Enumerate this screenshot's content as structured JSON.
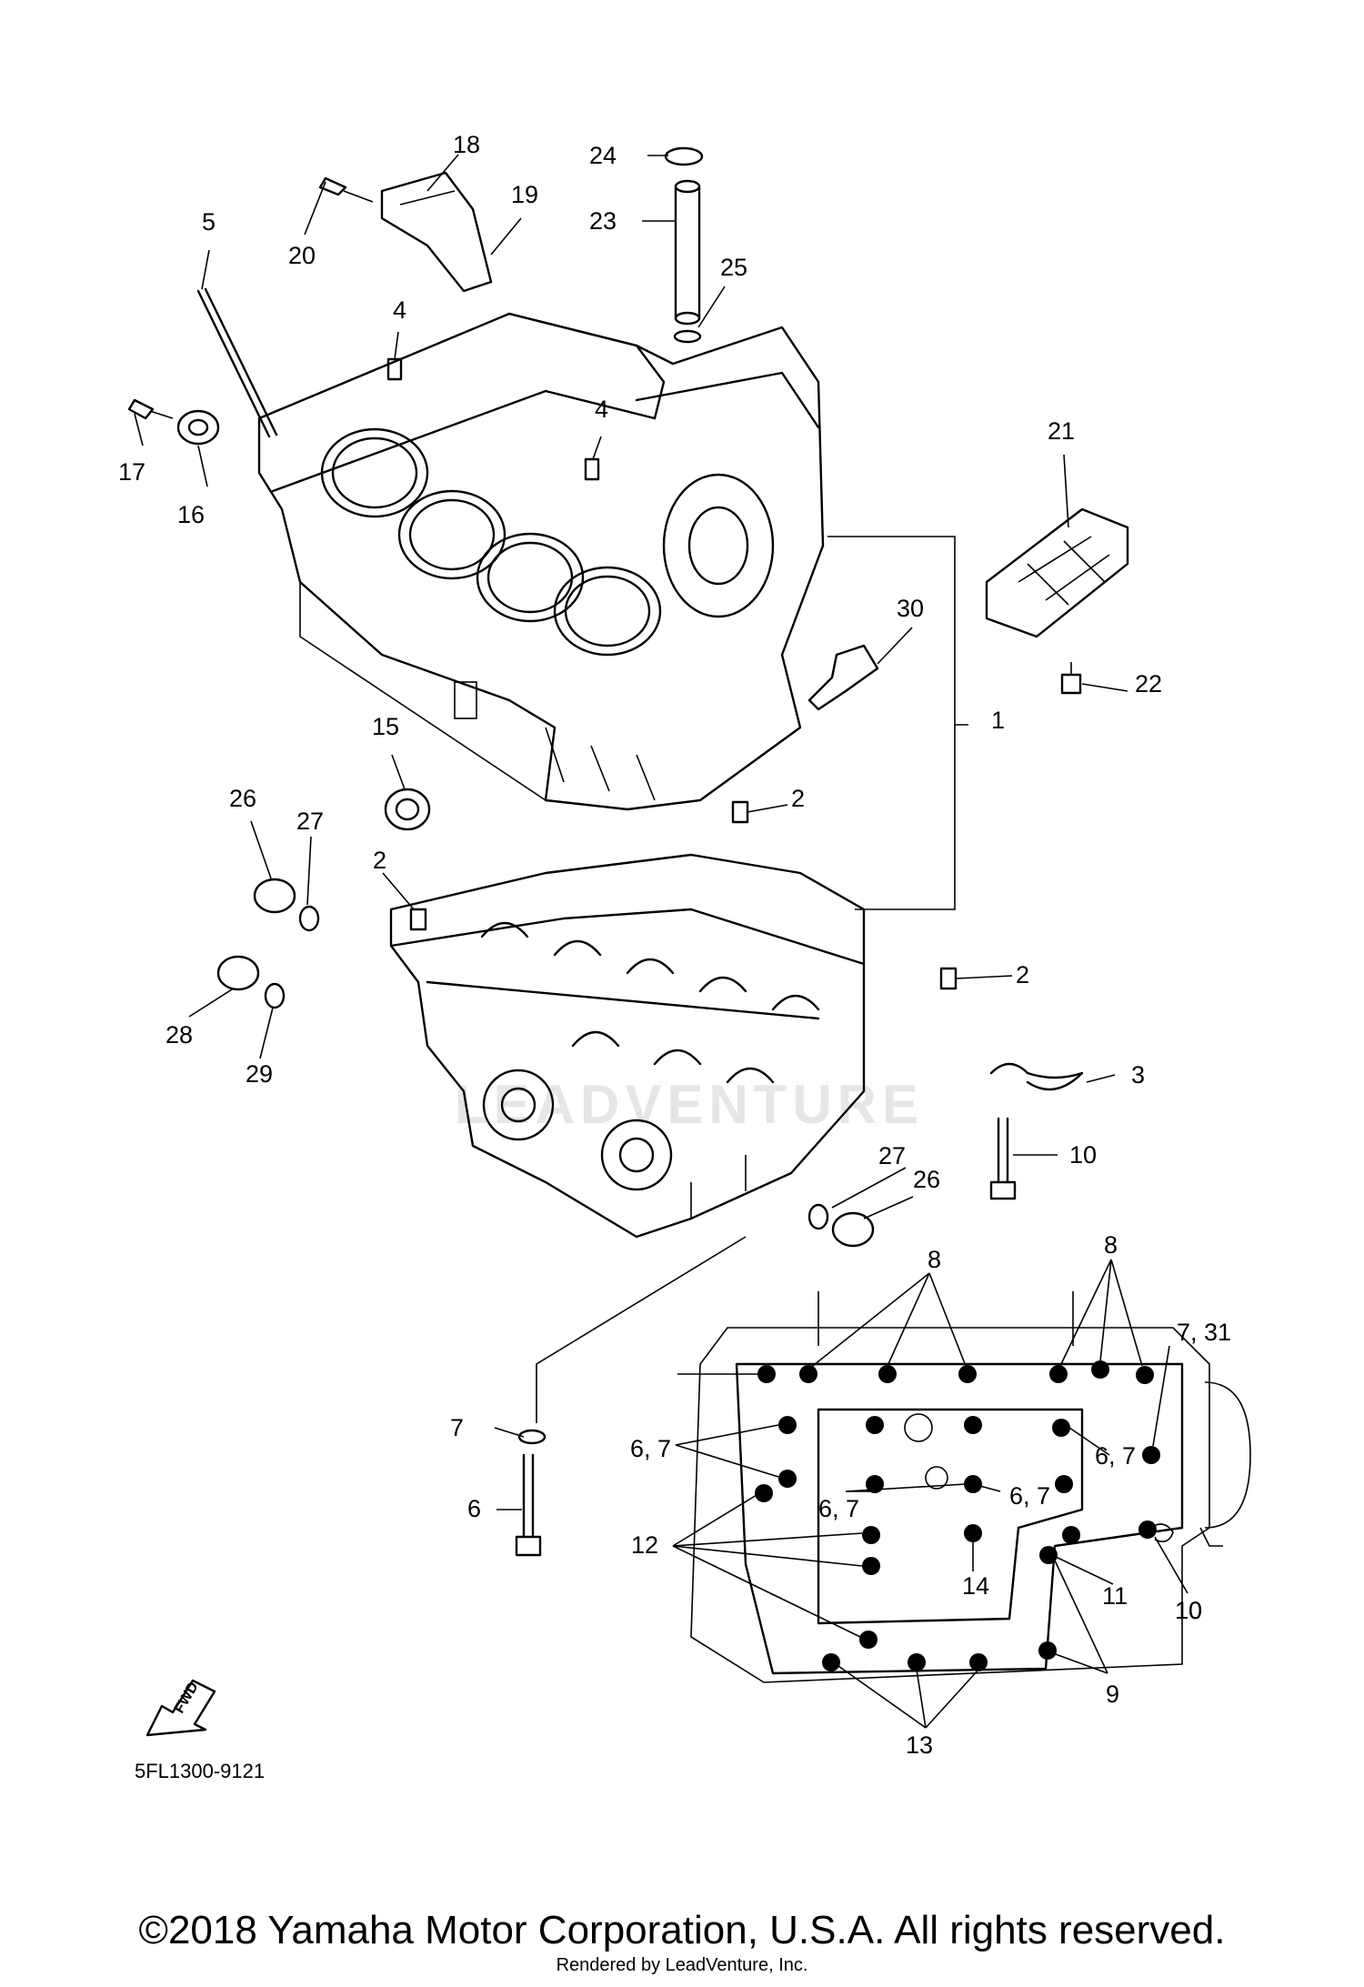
{
  "diagram": {
    "part_code": "5FL1300-9121",
    "fwd_label": "FWD",
    "watermark": "LEADVENTURE",
    "labels": [
      {
        "id": "l18",
        "text": "18"
      },
      {
        "id": "l19",
        "text": "19"
      },
      {
        "id": "l20",
        "text": "20"
      },
      {
        "id": "l24",
        "text": "24"
      },
      {
        "id": "l23",
        "text": "23"
      },
      {
        "id": "l25",
        "text": "25"
      },
      {
        "id": "l5",
        "text": "5"
      },
      {
        "id": "l4a",
        "text": "4"
      },
      {
        "id": "l4b",
        "text": "4"
      },
      {
        "id": "l17",
        "text": "17"
      },
      {
        "id": "l16",
        "text": "16"
      },
      {
        "id": "l21",
        "text": "21"
      },
      {
        "id": "l30",
        "text": "30"
      },
      {
        "id": "l22",
        "text": "22"
      },
      {
        "id": "l1",
        "text": "1"
      },
      {
        "id": "l15",
        "text": "15"
      },
      {
        "id": "l2a",
        "text": "2"
      },
      {
        "id": "l26a",
        "text": "26"
      },
      {
        "id": "l27a",
        "text": "27"
      },
      {
        "id": "l2b",
        "text": "2"
      },
      {
        "id": "l2c",
        "text": "2"
      },
      {
        "id": "l28",
        "text": "28"
      },
      {
        "id": "l29",
        "text": "29"
      },
      {
        "id": "l3",
        "text": "3"
      },
      {
        "id": "l10a",
        "text": "10"
      },
      {
        "id": "l27b",
        "text": "27"
      },
      {
        "id": "l26b",
        "text": "26"
      },
      {
        "id": "l8a",
        "text": "8"
      },
      {
        "id": "l8b",
        "text": "8"
      },
      {
        "id": "l731",
        "text": "7, 31"
      },
      {
        "id": "l10b",
        "text": "10"
      },
      {
        "id": "l7",
        "text": "7"
      },
      {
        "id": "l67a",
        "text": "6, 7"
      },
      {
        "id": "l67b",
        "text": "6, 7"
      },
      {
        "id": "l67c",
        "text": "6, 7"
      },
      {
        "id": "l67d",
        "text": "6, 7"
      },
      {
        "id": "l6",
        "text": "6"
      },
      {
        "id": "l12",
        "text": "12"
      },
      {
        "id": "l14",
        "text": "14"
      },
      {
        "id": "l11",
        "text": "11"
      },
      {
        "id": "l10c",
        "text": "10"
      },
      {
        "id": "l9",
        "text": "9"
      },
      {
        "id": "l13",
        "text": "13"
      }
    ]
  },
  "footer": {
    "copyright": "©2018 Yamaha Motor Corporation, U.S.A. All rights reserved.",
    "rendered_by": "Rendered by LeadVenture, Inc."
  }
}
